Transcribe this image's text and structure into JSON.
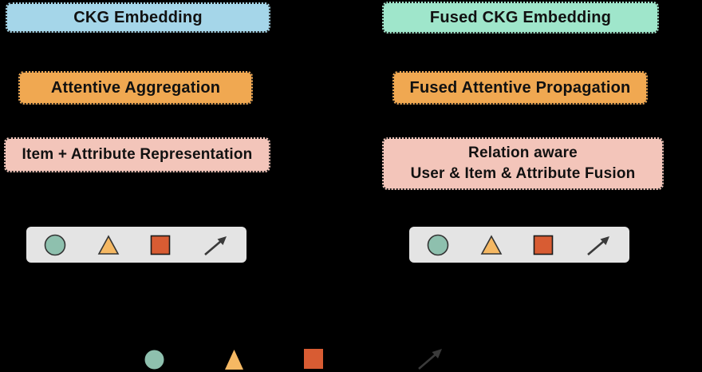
{
  "diagram": {
    "left_column": {
      "ckg_embedding": "CKG Embedding",
      "attentive_aggregation": "Attentive Aggregation",
      "item_attribute_representation": "Item + Attribute Representation"
    },
    "right_column": {
      "fused_ckg_embedding": "Fused CKG Embedding",
      "fused_attentive_propagation": "Fused Attentive Propagation",
      "relation_aware_line1": "Relation aware",
      "relation_aware_line2": "User & Item & Attribute Fusion"
    },
    "legend_strips": {
      "icons": [
        "circle",
        "triangle",
        "square",
        "arrow"
      ]
    },
    "bottom_legend": {
      "icons": [
        "circle",
        "triangle",
        "square",
        "arrow"
      ]
    },
    "colors": {
      "background": "#000000",
      "blue_box": "#a5d6e9",
      "mint_box": "#9fe6cb",
      "orange_box": "#f0a851",
      "pink_box": "#f3c5ba",
      "legend_strip_bg": "#e4e4e4",
      "circle_fill": "#8ec0ae",
      "triangle_fill": "#f5b863",
      "square_fill": "#d85c33",
      "arrow_color": "#3a3a3a",
      "shape_outline": "#333333"
    }
  }
}
